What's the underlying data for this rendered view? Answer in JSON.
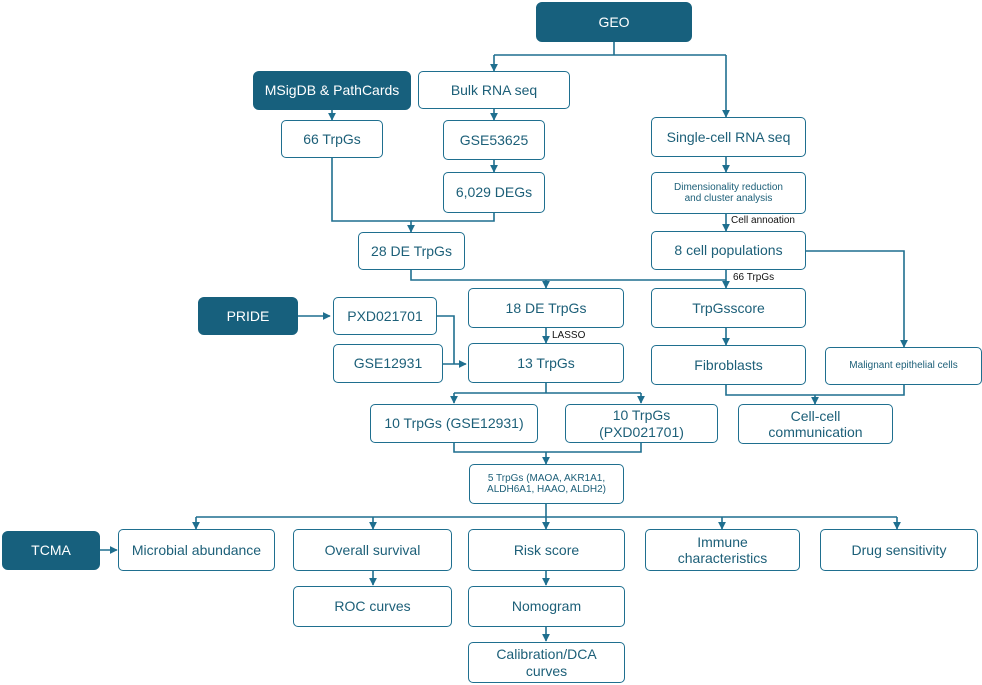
{
  "nodes": {
    "geo": "GEO",
    "msigdb": "MSigDB & PathCards",
    "bulk": "Bulk RNA seq",
    "single": "Single-cell RNA seq",
    "trpgs66": "66 TrpGs",
    "gse53625": "GSE53625",
    "degs": "6,029 DEGs",
    "dimred": "Dimensionality reduction\nand cluster analysis",
    "de28": "28 DE TrpGs",
    "pops8": "8 cell populations",
    "pride": "PRIDE",
    "pxd": "PXD021701",
    "de18": "18 DE TrpGs",
    "trpgsscore": "TrpGsscore",
    "gse12931": "GSE12931",
    "trpgs13": "13 TrpGs",
    "fibro": "Fibroblasts",
    "malignant": "Malignant epithelial cells",
    "ten_gse": "10 TrpGs (GSE12931)",
    "ten_pxd": "10 TrpGs\n(PXD021701)",
    "cellcomm": "Cell-cell\ncommunication",
    "five": "5 TrpGs (MAOA, AKR1A1,\nALDH6A1, HAAO, ALDH2)",
    "tcma": "TCMA",
    "microbial": "Microbial abundance",
    "overall": "Overall survival",
    "risk": "Risk score",
    "immune": "Immune\ncharacteristics",
    "drug": "Drug sensitivity",
    "roc": "ROC curves",
    "nomogram": "Nomogram",
    "calib": "Calibration/DCA\ncurves"
  },
  "edge_labels": {
    "cell_annotation": "Cell annoation",
    "trpgs66": "66 TrpGs",
    "lasso": "LASSO"
  },
  "colors": {
    "dark_fill": "#17607d",
    "line": "#1f6f8f",
    "text": "#1c5f78"
  }
}
